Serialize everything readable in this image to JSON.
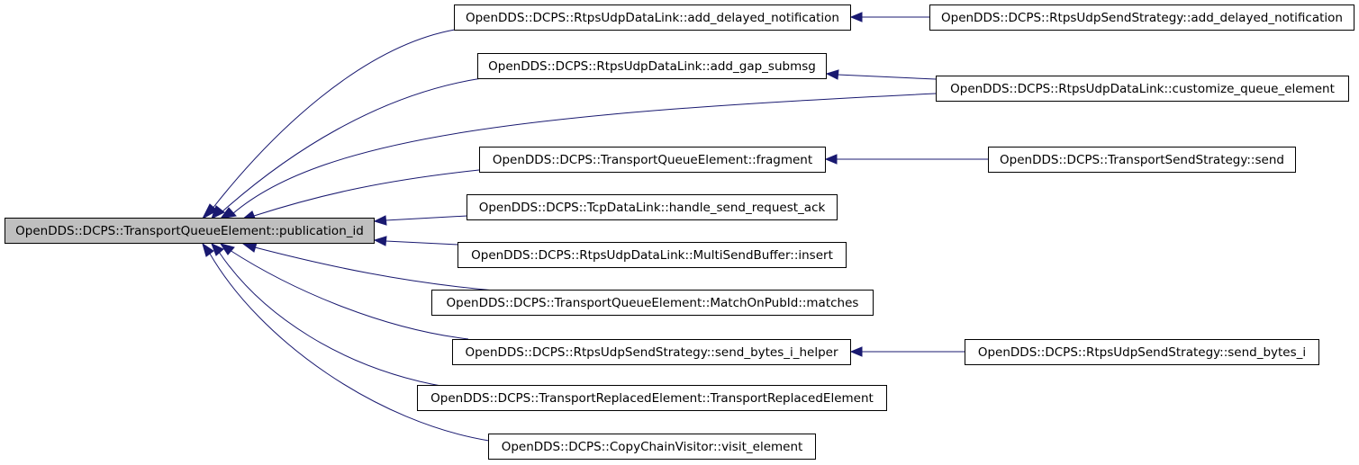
{
  "graph": {
    "colors": {
      "edge": "#191970",
      "root_fill": "#bfbfbf",
      "node_fill": "#ffffff",
      "border": "#000000"
    },
    "nodes": [
      {
        "id": "root",
        "label": "OpenDDS::DCPS::TransportQueueElement::publication_id"
      },
      {
        "id": "n1",
        "label": "OpenDDS::DCPS::RtpsUdpDataLink::add_delayed_notification"
      },
      {
        "id": "n2",
        "label": "OpenDDS::DCPS::RtpsUdpDataLink::add_gap_submsg"
      },
      {
        "id": "n3",
        "label": "OpenDDS::DCPS::TransportQueueElement::fragment"
      },
      {
        "id": "n4",
        "label": "OpenDDS::DCPS::TcpDataLink::handle_send_request_ack"
      },
      {
        "id": "n5",
        "label": "OpenDDS::DCPS::RtpsUdpDataLink::MultiSendBuffer::insert"
      },
      {
        "id": "n6",
        "label": "OpenDDS::DCPS::TransportQueueElement::MatchOnPubId::matches"
      },
      {
        "id": "n7",
        "label": "OpenDDS::DCPS::RtpsUdpSendStrategy::send_bytes_i_helper"
      },
      {
        "id": "n8",
        "label": "OpenDDS::DCPS::TransportReplacedElement::TransportReplacedElement"
      },
      {
        "id": "n9",
        "label": "OpenDDS::DCPS::CopyChainVisitor::visit_element"
      },
      {
        "id": "n10",
        "label": "OpenDDS::DCPS::RtpsUdpSendStrategy::add_delayed_notification"
      },
      {
        "id": "n11",
        "label": "OpenDDS::DCPS::RtpsUdpDataLink::customize_queue_element"
      },
      {
        "id": "n12",
        "label": "OpenDDS::DCPS::TransportSendStrategy::send"
      },
      {
        "id": "n13",
        "label": "OpenDDS::DCPS::RtpsUdpSendStrategy::send_bytes_i"
      }
    ],
    "edges": [
      {
        "from": "n1",
        "to": "root"
      },
      {
        "from": "n2",
        "to": "root"
      },
      {
        "from": "n11",
        "to": "root"
      },
      {
        "from": "n3",
        "to": "root"
      },
      {
        "from": "n4",
        "to": "root"
      },
      {
        "from": "n5",
        "to": "root"
      },
      {
        "from": "n6",
        "to": "root"
      },
      {
        "from": "n7",
        "to": "root"
      },
      {
        "from": "n8",
        "to": "root"
      },
      {
        "from": "n9",
        "to": "root"
      },
      {
        "from": "n10",
        "to": "n1"
      },
      {
        "from": "n11",
        "to": "n2"
      },
      {
        "from": "n12",
        "to": "n3"
      },
      {
        "from": "n13",
        "to": "n7"
      }
    ]
  }
}
